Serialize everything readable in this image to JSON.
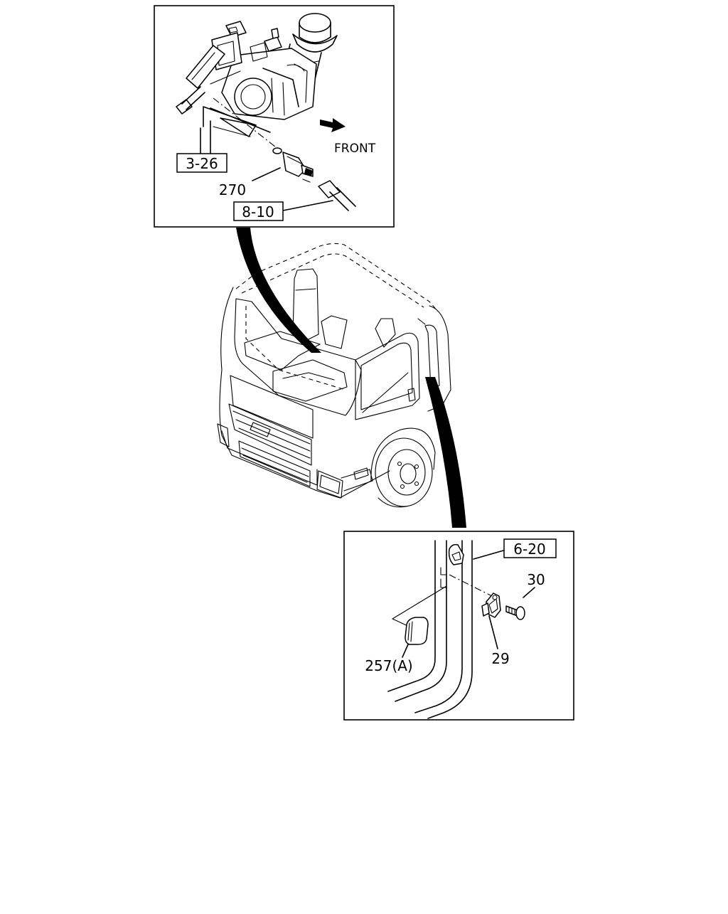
{
  "labels": {
    "ref_3_26": "3-26",
    "ref_8_10": "8-10",
    "ref_6_20": "6-20",
    "part_270": "270",
    "front": "FRONT",
    "part_30": "30",
    "part_29": "29",
    "part_257a": "257(A)"
  }
}
